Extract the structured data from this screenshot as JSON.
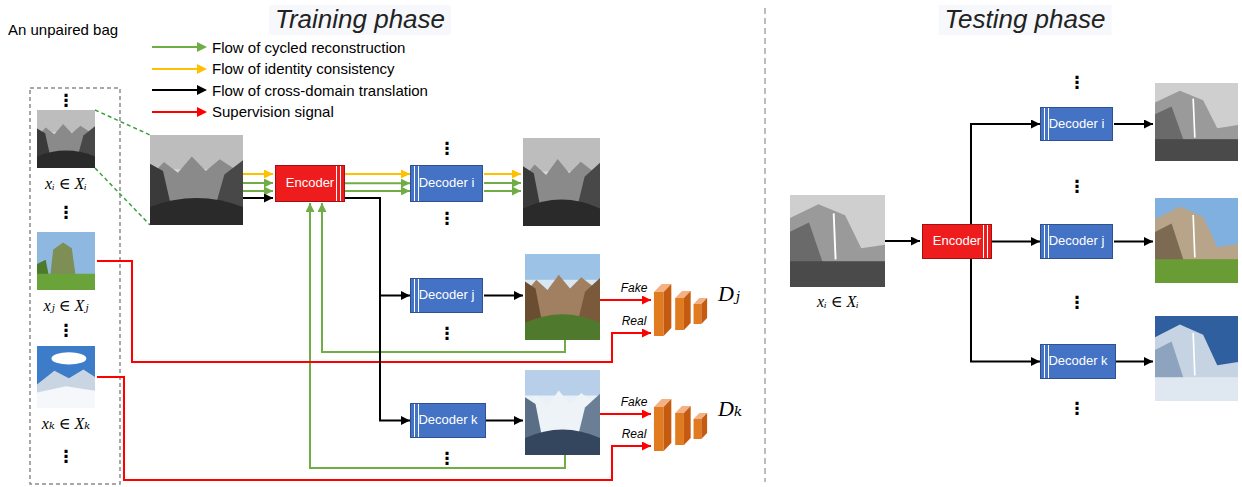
{
  "diagram": {
    "nodes": [
      {
        "text": [
          "Encoder"
        ]
      },
      {
        "text": [
          "Decoder i"
        ]
      },
      {
        "text": [
          "Decoder j"
        ]
      },
      {
        "text": [
          "Decoder k"
        ]
      },
      {
        "text": [
          "Dⱼ"
        ]
      },
      {
        "text": [
          "Dₖ"
        ]
      },
      {
        "text": [
          "Encoder"
        ]
      },
      {
        "text": [
          "Decoder i"
        ]
      },
      {
        "text": [
          "Decoder j"
        ]
      },
      {
        "text": [
          "Decoder k"
        ]
      }
    ],
    "edges": [
      {
        "from": 0,
        "to": 1,
        "arrow": "to"
      },
      {
        "from": 0,
        "to": 1,
        "arrow": "to"
      },
      {
        "from": 0,
        "to": 1,
        "arrow": "to"
      },
      {
        "from": 0,
        "to": 2,
        "arrow": "to"
      },
      {
        "from": 0,
        "to": 3,
        "arrow": "to"
      },
      {
        "from": 6,
        "to": 7,
        "arrow": "to"
      },
      {
        "from": 6,
        "to": 8,
        "arrow": "to"
      },
      {
        "from": 6,
        "to": 9,
        "arrow": "to"
      }
    ],
    "labels": [
      "Training phase",
      "Testing phase",
      "An unpaired bag",
      "⋮",
      "xᵢ ∈ Xᵢ",
      "⋮",
      "xⱼ ∈ Xⱼ",
      "⋮",
      "xₖ ∈ Xₖ",
      "⋮",
      "⋮",
      "⋮",
      "Fake",
      "Real",
      "⋮",
      "Fake",
      "Real",
      "⋮",
      "xᵢ ∈ Xᵢ",
      "⋮",
      "⋮",
      "⋮",
      "⋮"
    ],
    "legend": [
      {
        "text": "Flow of cycled reconstruction",
        "color": "#70ad47"
      },
      {
        "text": "Flow of identity consistency",
        "color": "#ffc000"
      },
      {
        "text": "Flow of cross-domain translation",
        "color": "#000000"
      },
      {
        "text": "Supervision signal",
        "color": "#ff0000"
      }
    ]
  }
}
